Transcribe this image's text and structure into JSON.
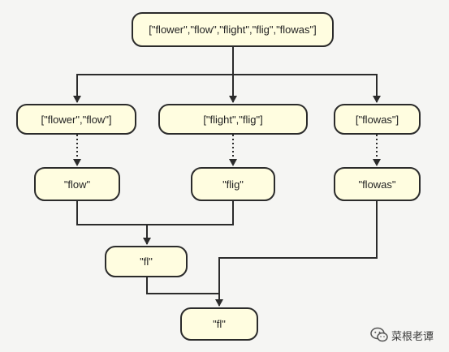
{
  "nodes": {
    "root": "[\"flower\",\"flow\",\"flight\",\"flig\",\"flowas\"]",
    "left": "[\"flower\",\"flow\"]",
    "middle": "[\"flight\",\"flig\"]",
    "right": "[\"flowas\"]",
    "left_result": "\"flow\"",
    "middle_result": "\"flig\"",
    "right_result": "\"flowas\"",
    "merge_result": "\"fl\"",
    "final_result": "\"fl\""
  },
  "watermark": {
    "text": "菜根老谭",
    "icon": "wechat-icon"
  }
}
